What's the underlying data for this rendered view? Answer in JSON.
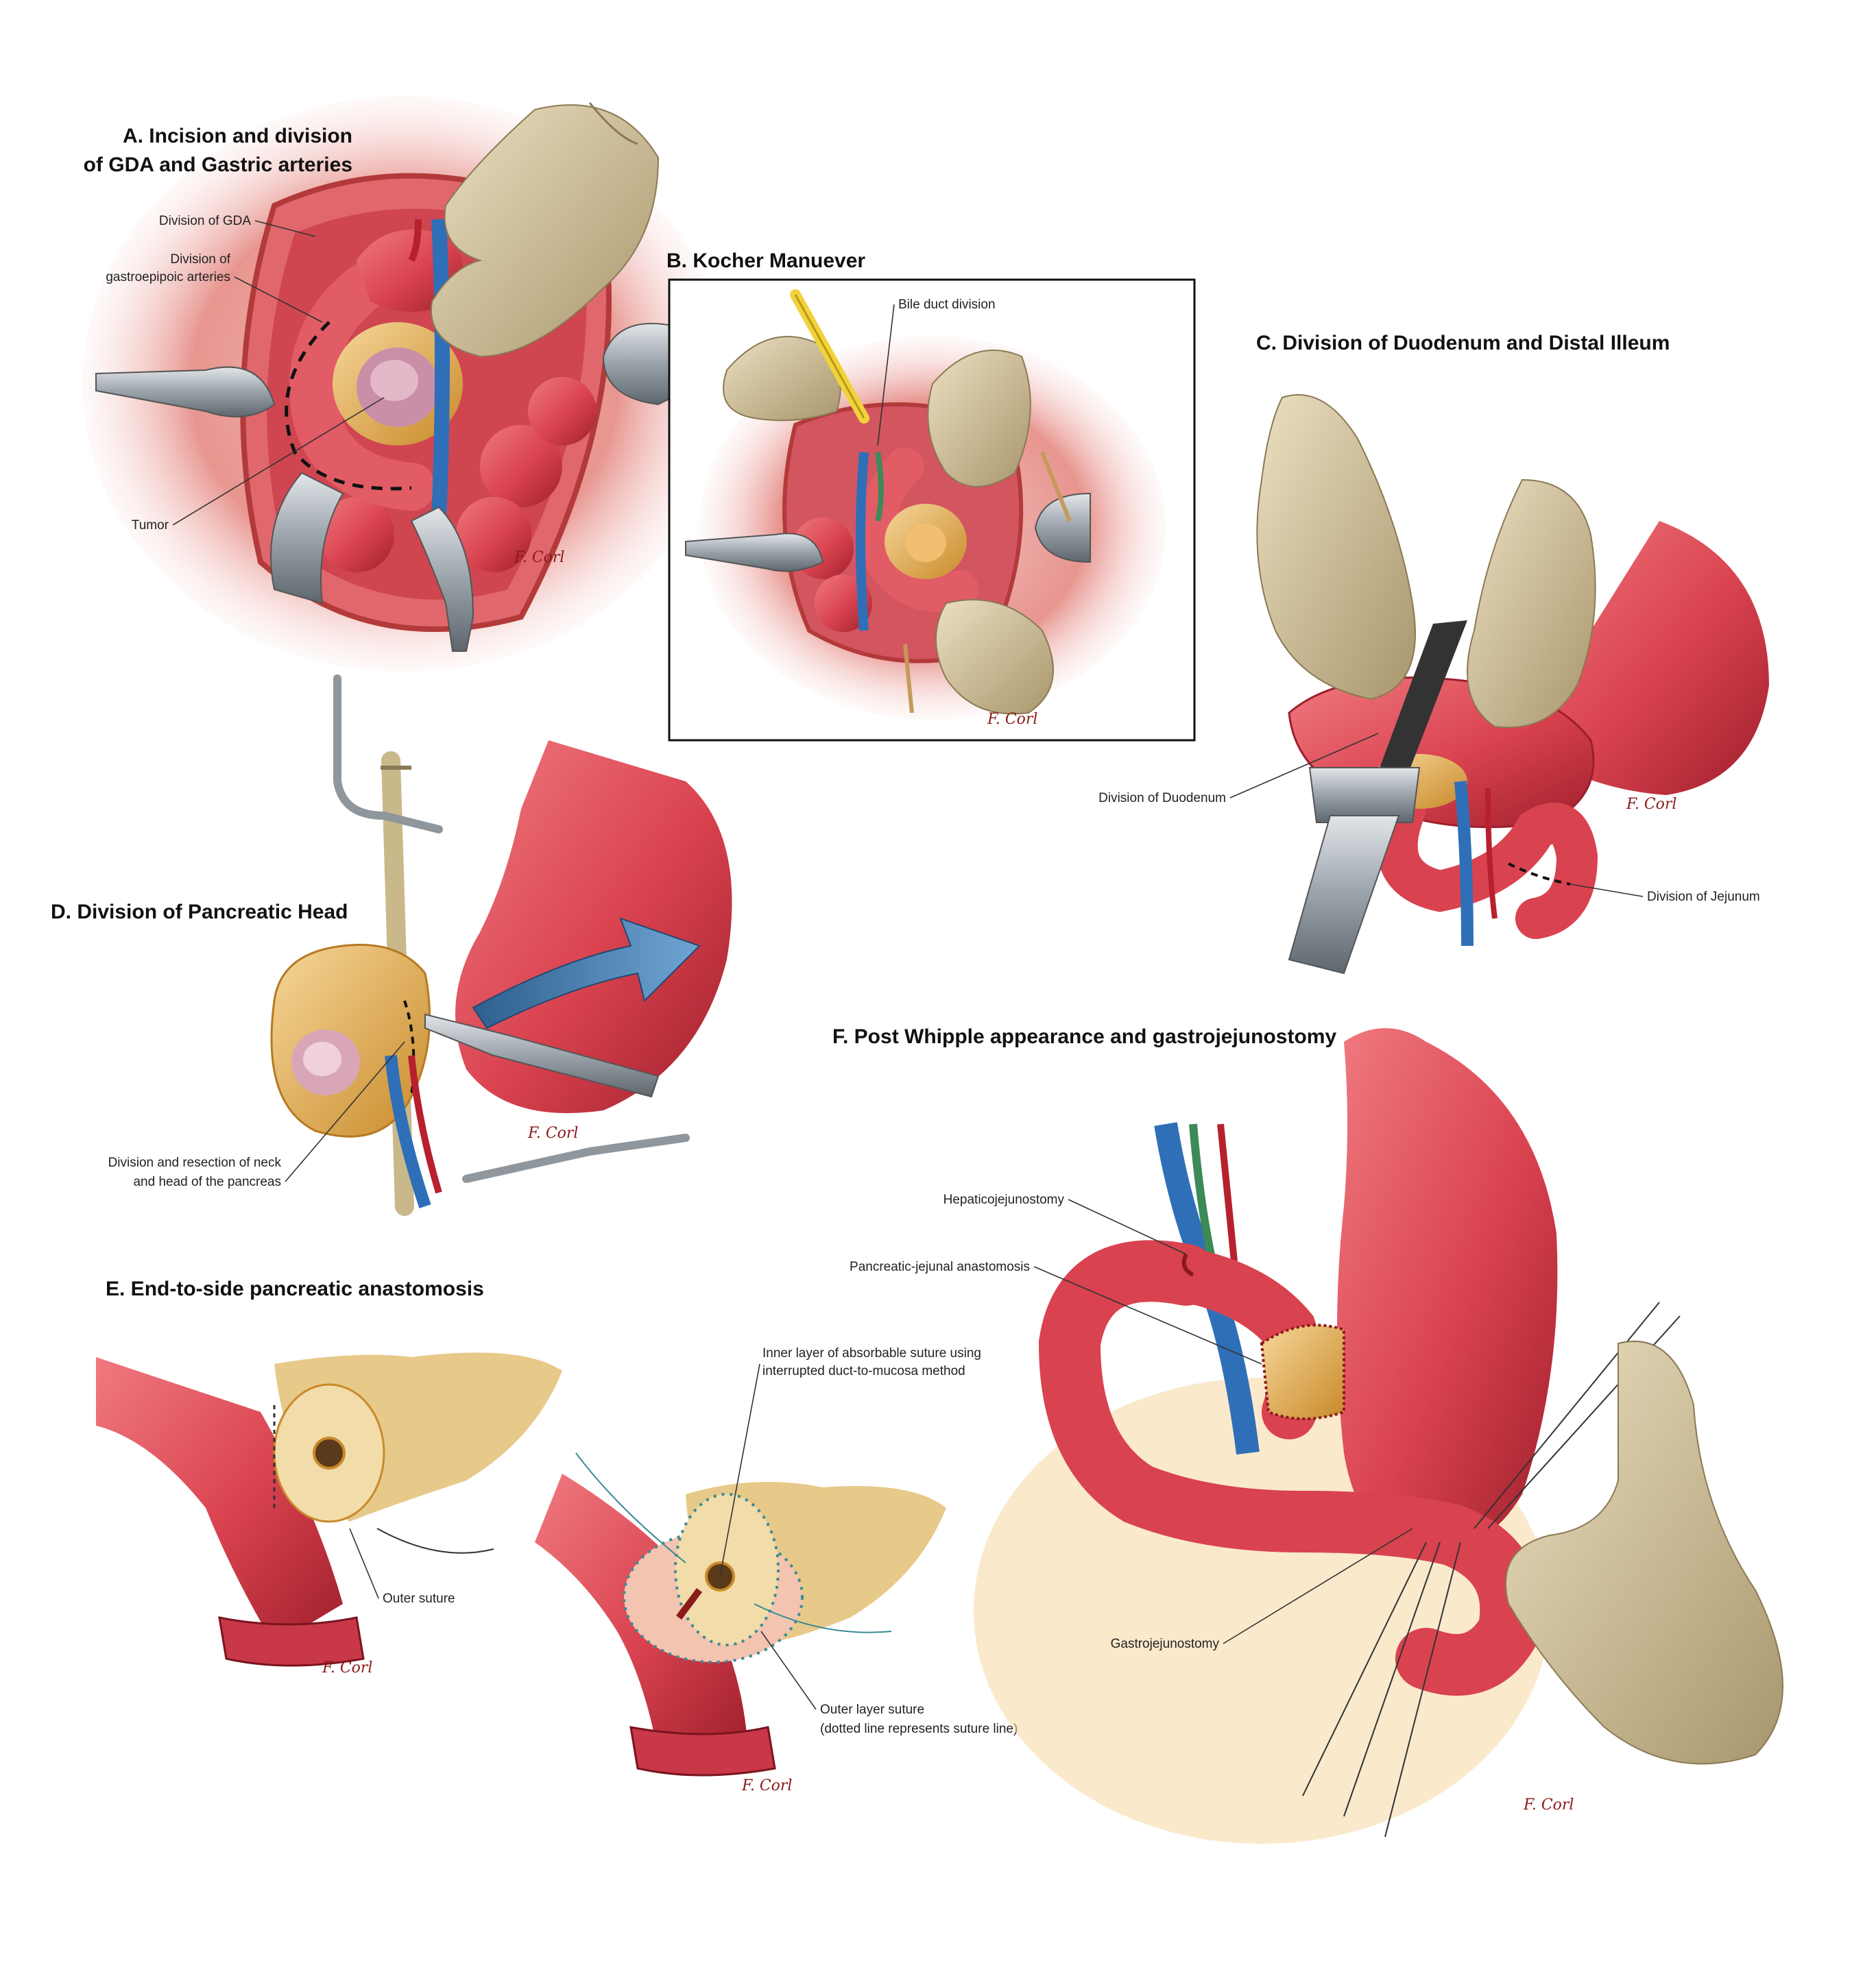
{
  "panels": {
    "a": {
      "title_line1": "A. Incision and division",
      "title_line2": "of GDA and Gastric arteries",
      "labels": {
        "gda": "Division of GDA",
        "gastro_line1": "Division of",
        "gastro_line2": "gastroepipoic arteries",
        "tumor": "Tumor"
      },
      "signature": "F. Corl"
    },
    "b": {
      "title": "B. Kocher Manuever",
      "labels": {
        "bile": "Bile duct division"
      },
      "signature": "F. Corl"
    },
    "c": {
      "title": "C. Division of Duodenum and Distal Illeum",
      "labels": {
        "duodenum": "Division of Duodenum",
        "jejunum": "Division of Jejunum"
      },
      "signature": "F. Corl"
    },
    "d": {
      "title": "D. Division of Pancreatic Head",
      "labels": {
        "resection_line1": "Division and resection of neck",
        "resection_line2": "and head of the pancreas"
      },
      "signature": "F. Corl"
    },
    "e": {
      "title": "E. End-to-side pancreatic anastomosis",
      "labels": {
        "outer": "Outer suture",
        "inner_line1": "Inner layer of absorbable suture using",
        "inner_line2": "interrupted duct-to-mucosa method",
        "outer_layer_line1": "Outer layer suture",
        "outer_layer_line2": "(dotted line represents suture line)"
      },
      "signatures": [
        "F. Corl",
        "F. Corl"
      ]
    },
    "f": {
      "title": "F. Post Whipple appearance and gastrojejunostomy",
      "labels": {
        "hepatico": "Hepaticojejunostomy",
        "pancreatic": "Pancreatic-jejunal anastomosis",
        "gastro": "Gastrojejunostomy"
      },
      "signature": "F. Corl"
    }
  },
  "colors": {
    "tissue": "#d9424f",
    "tissue_dark": "#9e1f2c",
    "tissue_light": "#f2a0a4",
    "pancreas": "#e8b24a",
    "pancreas_light": "#f6d79a",
    "glove": "#d9c9a3",
    "glove_dark": "#a8966c",
    "vein": "#2f6fb8",
    "artery": "#b8202e",
    "steel": "#9aa2aa",
    "suture": "#3a8a95"
  }
}
